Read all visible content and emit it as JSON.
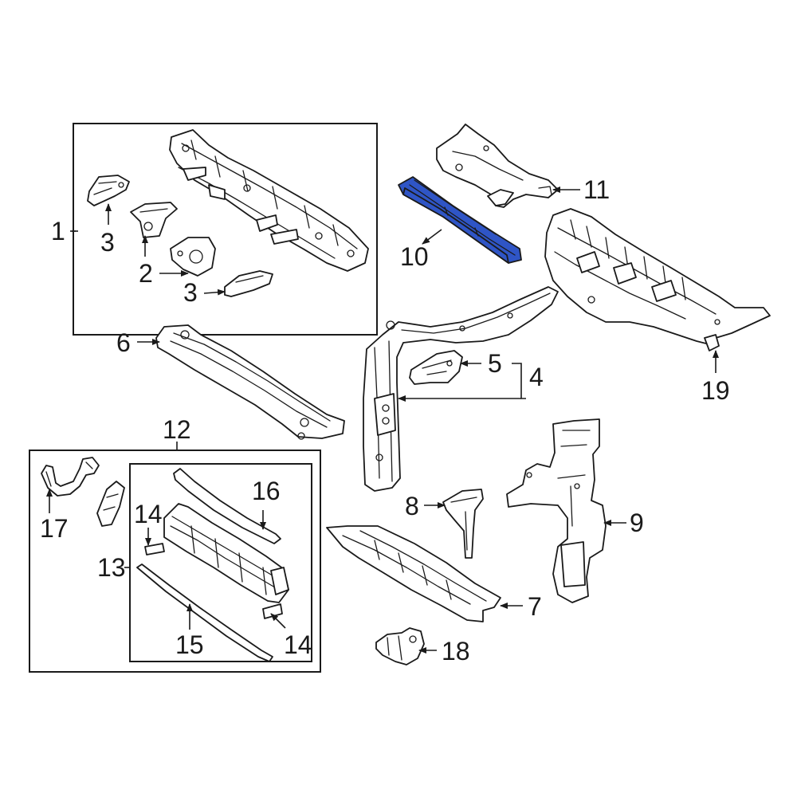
{
  "highlight_color": "#2f55c6",
  "highlighted_part": "10",
  "callouts": {
    "c1": "1",
    "c2": "2",
    "c3a": "3",
    "c3b": "3",
    "c4": "4",
    "c5": "5",
    "c6": "6",
    "c7": "7",
    "c8": "8",
    "c9": "9",
    "c10": "10",
    "c11": "11",
    "c12": "12",
    "c13": "13",
    "c14a": "14",
    "c14b": "14",
    "c15": "15",
    "c16": "16",
    "c17": "17",
    "c18": "18",
    "c19": "19"
  }
}
